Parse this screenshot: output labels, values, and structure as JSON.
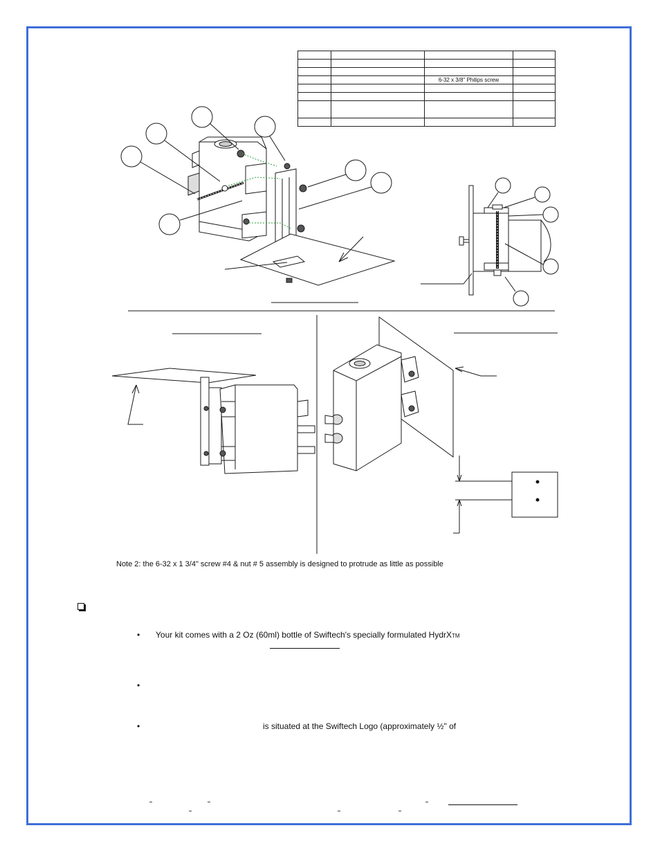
{
  "parts_table": {
    "rows": [
      [
        "",
        "",
        "",
        ""
      ],
      [
        "",
        "",
        "",
        ""
      ],
      [
        "",
        "",
        "",
        ""
      ],
      [
        "",
        "",
        "6-32 x 3/8\" Philips screw",
        ""
      ],
      [
        "",
        "",
        "",
        ""
      ],
      [
        "",
        "",
        "",
        ""
      ],
      [
        "",
        "",
        "",
        ""
      ],
      [
        "",
        "",
        "",
        ""
      ]
    ]
  },
  "note2": "Note 2: the 6-32 x 1 3/4\" screw #4 & nut # 5 assembly is designed to protrude as little as possible",
  "bullets": {
    "b1": "Your kit comes with a 2 Oz (60ml) bottle of Swiftech's specially formulated HydrX",
    "b1_tm": "TM",
    "b3": "is situated at the Swiftech Logo (approximately ½\" of"
  },
  "bullet_glyph": "•"
}
